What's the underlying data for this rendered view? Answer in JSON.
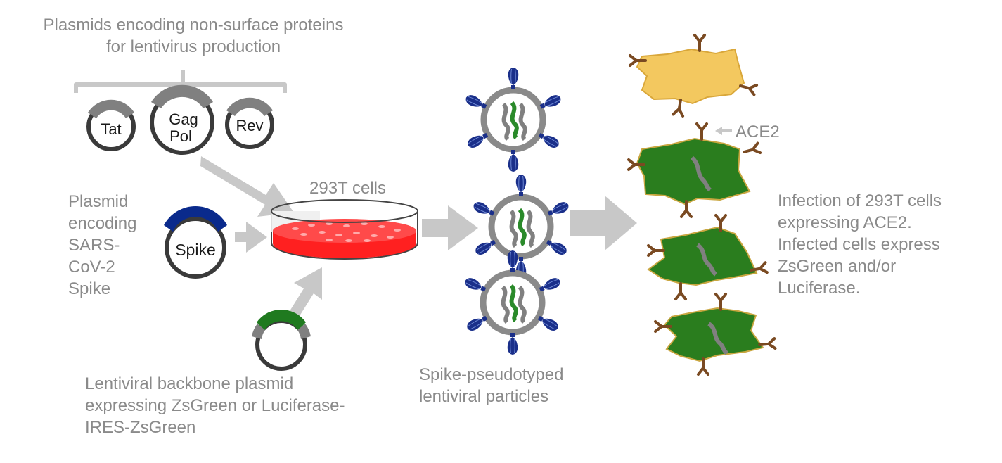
{
  "labels": {
    "nonsurface_plasmids": "Plasmids encoding non-surface proteins for lentivirus production",
    "spike_plasmid": "Plasmid encoding SARS-CoV-2 Spike",
    "cells_293t": "293T cells",
    "backbone_plasmid": "Lentiviral backbone plasmid expressing ZsGreen or Luciferase-IRES-ZsGreen",
    "particles": "Spike-pseudotyped lentiviral particles",
    "ace2": "ACE2",
    "infection": "Infection of 293T cells expressing ACE2. Infected cells express ZsGreen and/or Luciferase."
  },
  "plasmids": {
    "tat": "Tat",
    "gag": "Gag",
    "pol": "Pol",
    "rev": "Rev",
    "spike": "Spike"
  },
  "colors": {
    "label_text": "#8a8a8a",
    "arrow": "#c8c8c8",
    "plasmid_ring": "#3a3a3a",
    "plasmid_insert": "#808080",
    "spike_insert": "#0a2a8c",
    "zsgreen_insert": "#1f7a1f",
    "dish_medium": "#ff2020",
    "virion_ring": "#8a8a8a",
    "spike_protein": "#1a2f8a",
    "uninfected_cell": "#f3c85f",
    "infected_cell": "#2a7d1e",
    "ace2_receptor": "#7a4a22"
  }
}
